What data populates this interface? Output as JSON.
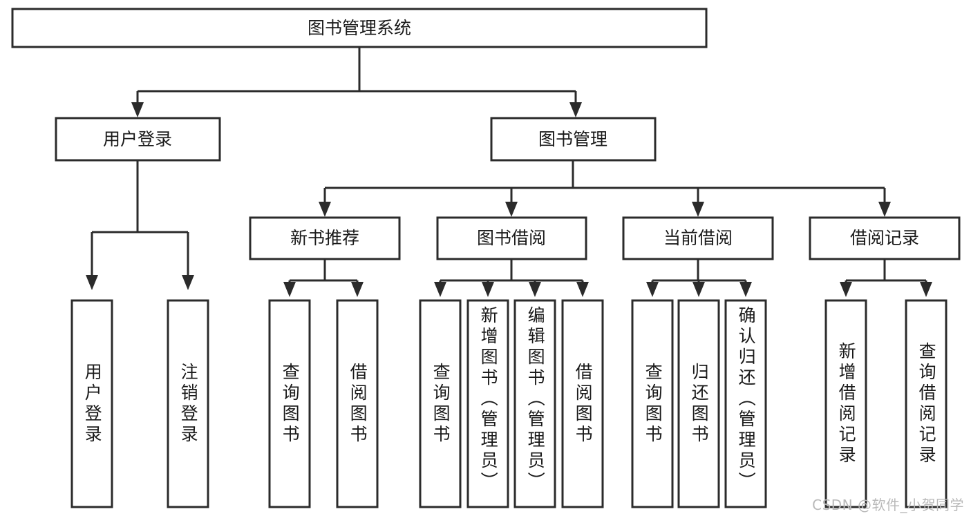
{
  "diagram": {
    "type": "tree-hierarchy",
    "title": "图书管理系统",
    "orientation": "top-down",
    "colors": {
      "box_stroke": "#2b2b2b",
      "box_fill": "#ffffff",
      "text": "#1a1a1a",
      "connector": "#2b2b2b",
      "watermark": "#b9b9b9",
      "background": "#ffffff"
    },
    "levels": {
      "root": {
        "label": "图书管理系统"
      },
      "level2": [
        {
          "label": "用户登录"
        },
        {
          "label": "图书管理"
        }
      ],
      "level3": [
        {
          "label": "新书推荐"
        },
        {
          "label": "图书借阅"
        },
        {
          "label": "当前借阅"
        },
        {
          "label": "借阅记录"
        }
      ],
      "leaves": {
        "user_login": [
          {
            "label": "用户登录"
          },
          {
            "label": "注销登录"
          }
        ],
        "new_book_recommend": [
          {
            "label": "查询图书"
          },
          {
            "label": "借阅图书"
          }
        ],
        "book_borrow": [
          {
            "label": "查询图书"
          },
          {
            "label": "新增图书（管理员）"
          },
          {
            "label": "编辑图书（管理员）"
          },
          {
            "label": "借阅图书"
          }
        ],
        "current_borrow": [
          {
            "label": "查询图书"
          },
          {
            "label": "归还图书"
          },
          {
            "label": "确认归还（管理员）"
          }
        ],
        "borrow_record": [
          {
            "label": "新增借阅记录"
          },
          {
            "label": "查询借阅记录"
          }
        ]
      }
    },
    "watermark": "CSDN @软件_小贺同学"
  }
}
